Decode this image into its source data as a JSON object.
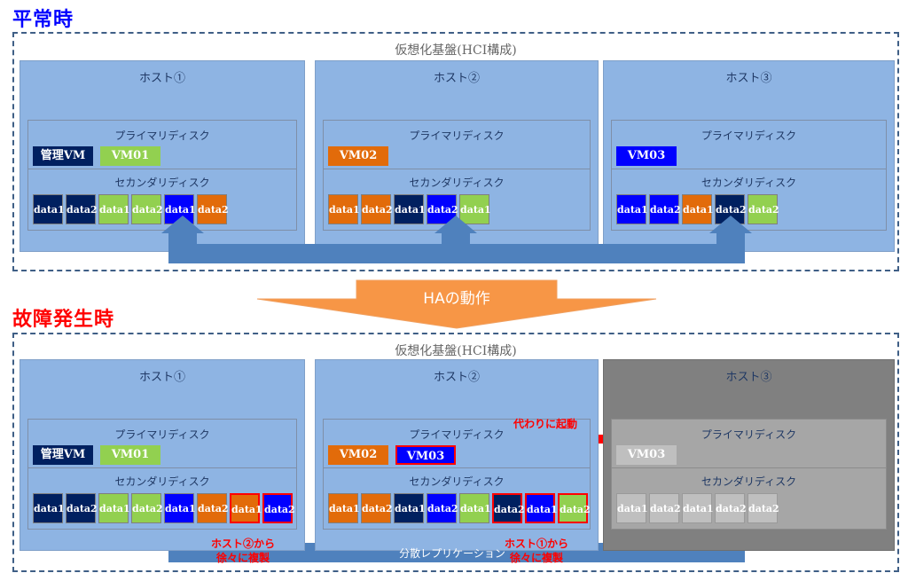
{
  "colors": {
    "navy": "#002060",
    "green": "#92d050",
    "blue": "#0000ff",
    "orange": "#e26b0a",
    "gray": "#bfbfbf",
    "host_bg": "#8eb4e3",
    "failed_host_bg": "#808080",
    "arrow_blue": "#4f81bd",
    "ha_arrow": "#f79646",
    "alert_red": "#ff0000"
  },
  "normal": {
    "title": "平常時",
    "frame_label": "仮想化基盤(HCI構成)",
    "replication_label": "分散レプリケーション",
    "hosts": [
      {
        "name": "ホスト①",
        "primary_label": "プライマリディスク",
        "secondary_label": "セカンダリディスク",
        "vms": [
          {
            "label": "管理VM",
            "color": "navy"
          },
          {
            "label": "VM01",
            "color": "green"
          }
        ],
        "blocks": [
          {
            "label": "data1",
            "color": "navy"
          },
          {
            "label": "data2",
            "color": "navy"
          },
          {
            "label": "data1",
            "color": "green"
          },
          {
            "label": "data2",
            "color": "green"
          },
          {
            "label": "data1",
            "color": "blue"
          },
          {
            "label": "data2",
            "color": "orange"
          }
        ]
      },
      {
        "name": "ホスト②",
        "primary_label": "プライマリディスク",
        "secondary_label": "セカンダリディスク",
        "vms": [
          {
            "label": "VM02",
            "color": "orange"
          }
        ],
        "blocks": [
          {
            "label": "data1",
            "color": "orange"
          },
          {
            "label": "data2",
            "color": "orange"
          },
          {
            "label": "data1",
            "color": "navy"
          },
          {
            "label": "data2",
            "color": "blue"
          },
          {
            "label": "data1",
            "color": "green"
          }
        ]
      },
      {
        "name": "ホスト③",
        "primary_label": "プライマリディスク",
        "secondary_label": "セカンダリディスク",
        "vms": [
          {
            "label": "VM03",
            "color": "blue"
          }
        ],
        "blocks": [
          {
            "label": "data1",
            "color": "blue"
          },
          {
            "label": "data2",
            "color": "blue"
          },
          {
            "label": "data1",
            "color": "orange"
          },
          {
            "label": "data2",
            "color": "navy"
          },
          {
            "label": "data2",
            "color": "green"
          }
        ]
      }
    ]
  },
  "ha_arrow_label": "HAの動作",
  "failure": {
    "title": "故障発生時",
    "frame_label": "仮想化基盤(HCI構成)",
    "replication_label": "分散レプリケーション",
    "restart_note": "代わりに起動",
    "hosts": [
      {
        "name": "ホスト①",
        "primary_label": "プライマリディスク",
        "secondary_label": "セカンダリディスク",
        "vms": [
          {
            "label": "管理VM",
            "color": "navy"
          },
          {
            "label": "VM01",
            "color": "green"
          }
        ],
        "blocks": [
          {
            "label": "data1",
            "color": "navy"
          },
          {
            "label": "data2",
            "color": "navy"
          },
          {
            "label": "data1",
            "color": "green"
          },
          {
            "label": "data2",
            "color": "green"
          },
          {
            "label": "data1",
            "color": "blue"
          },
          {
            "label": "data2",
            "color": "orange"
          },
          {
            "label": "data1",
            "color": "orange",
            "new": true
          },
          {
            "label": "data2",
            "color": "blue",
            "new": true
          }
        ],
        "note": [
          "ホスト②から",
          "徐々に複製"
        ]
      },
      {
        "name": "ホスト②",
        "primary_label": "プライマリディスク",
        "secondary_label": "セカンダリディスク",
        "vms": [
          {
            "label": "VM02",
            "color": "orange"
          },
          {
            "label": "VM03",
            "color": "blue",
            "new": true
          }
        ],
        "blocks": [
          {
            "label": "data1",
            "color": "orange"
          },
          {
            "label": "data2",
            "color": "orange"
          },
          {
            "label": "data1",
            "color": "navy"
          },
          {
            "label": "data2",
            "color": "blue"
          },
          {
            "label": "data1",
            "color": "green"
          },
          {
            "label": "data2",
            "color": "navy",
            "new": true
          },
          {
            "label": "data1",
            "color": "blue",
            "new": true
          },
          {
            "label": "data2",
            "color": "green",
            "new": true
          }
        ],
        "note": [
          "ホスト①から",
          "徐々に複製"
        ]
      },
      {
        "name": "ホスト③",
        "failed": true,
        "primary_label": "プライマリディスク",
        "secondary_label": "セカンダリディスク",
        "vms": [
          {
            "label": "VM03",
            "color": "gray"
          }
        ],
        "blocks": [
          {
            "label": "data1",
            "color": "gray"
          },
          {
            "label": "data2",
            "color": "gray"
          },
          {
            "label": "data1",
            "color": "gray"
          },
          {
            "label": "data2",
            "color": "gray"
          },
          {
            "label": "data2",
            "color": "gray"
          }
        ]
      }
    ]
  }
}
